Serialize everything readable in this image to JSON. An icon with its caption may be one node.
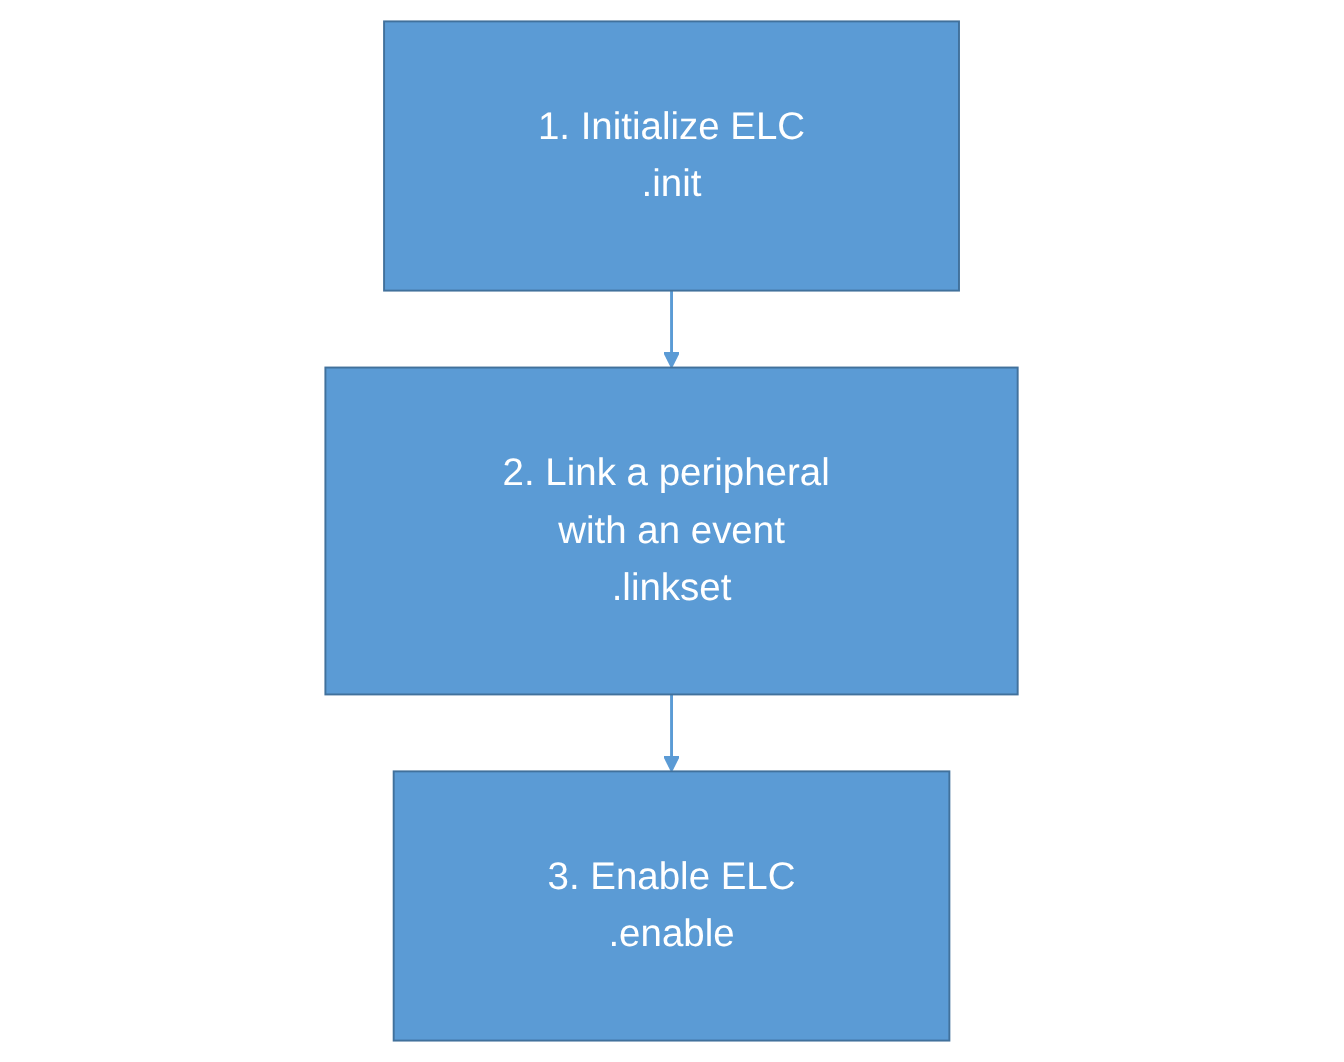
{
  "diagram": {
    "nodes": [
      {
        "text": [
          "1. Initialize ELC",
          ".init"
        ]
      },
      {
        "text": [
          "2. Link a peripheral with an event",
          ".linkset"
        ]
      },
      {
        "text": [
          "3. Enable ELC",
          ".enable"
        ]
      }
    ],
    "edges": [
      {
        "from": 0,
        "to": 1,
        "arrow": "to"
      },
      {
        "from": 1,
        "to": 2,
        "arrow": "to"
      }
    ]
  }
}
